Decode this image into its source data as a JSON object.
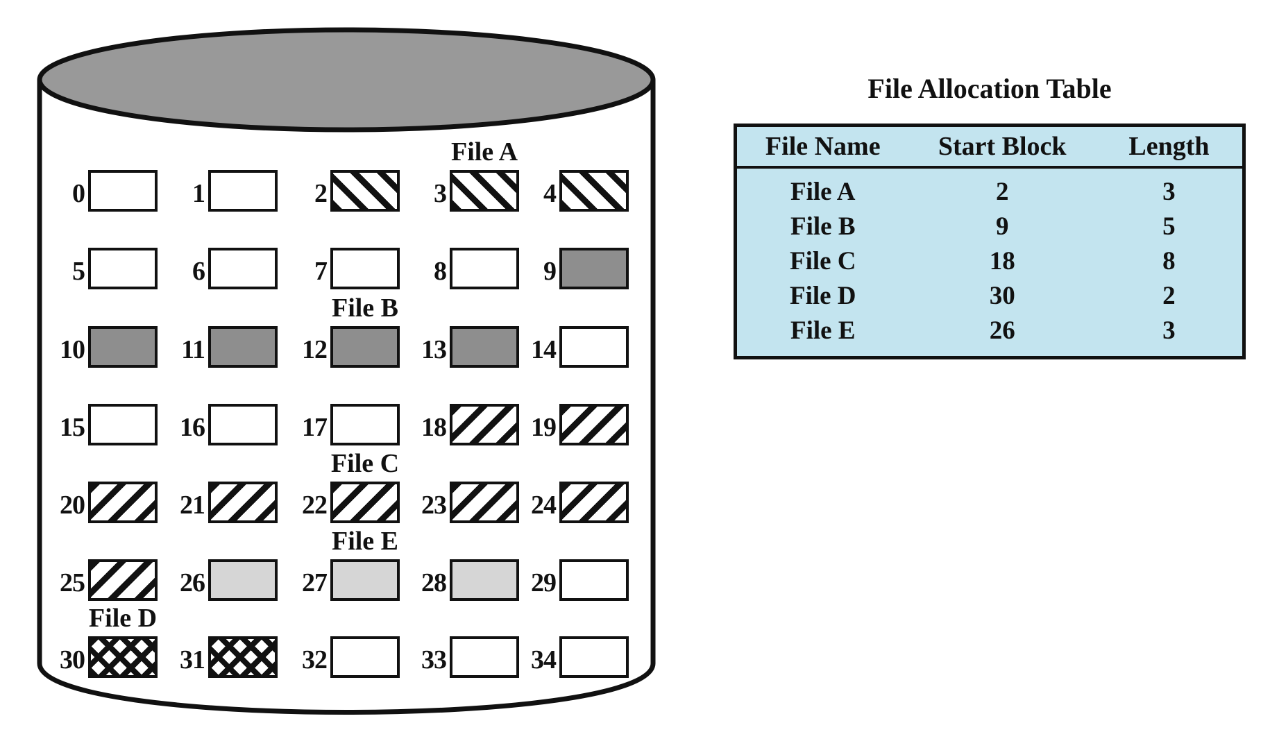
{
  "figure_caption_labels": {
    "note": "static OS textbook figure: contiguous file allocation on disk"
  },
  "disk": {
    "blocks": [
      {
        "n": 0,
        "file": null
      },
      {
        "n": 1,
        "file": null
      },
      {
        "n": 2,
        "file": "A"
      },
      {
        "n": 3,
        "file": "A"
      },
      {
        "n": 4,
        "file": "A"
      },
      {
        "n": 5,
        "file": null
      },
      {
        "n": 6,
        "file": null
      },
      {
        "n": 7,
        "file": null
      },
      {
        "n": 8,
        "file": null
      },
      {
        "n": 9,
        "file": "B"
      },
      {
        "n": 10,
        "file": "B"
      },
      {
        "n": 11,
        "file": "B"
      },
      {
        "n": 12,
        "file": "B"
      },
      {
        "n": 13,
        "file": "B"
      },
      {
        "n": 14,
        "file": null
      },
      {
        "n": 15,
        "file": null
      },
      {
        "n": 16,
        "file": null
      },
      {
        "n": 17,
        "file": null
      },
      {
        "n": 18,
        "file": "C"
      },
      {
        "n": 19,
        "file": "C"
      },
      {
        "n": 20,
        "file": "C"
      },
      {
        "n": 21,
        "file": "C"
      },
      {
        "n": 22,
        "file": "C"
      },
      {
        "n": 23,
        "file": "C"
      },
      {
        "n": 24,
        "file": "C"
      },
      {
        "n": 25,
        "file": "C"
      },
      {
        "n": 26,
        "file": "E"
      },
      {
        "n": 27,
        "file": "E"
      },
      {
        "n": 28,
        "file": "E"
      },
      {
        "n": 29,
        "file": null
      },
      {
        "n": 30,
        "file": "D"
      },
      {
        "n": 31,
        "file": "D"
      },
      {
        "n": 32,
        "file": null
      },
      {
        "n": 33,
        "file": null
      },
      {
        "n": 34,
        "file": null
      }
    ],
    "labels": [
      {
        "text": "File A",
        "above_block": 3
      },
      {
        "text": "File B",
        "above_block": 12
      },
      {
        "text": "File C",
        "above_block": 22
      },
      {
        "text": "File E",
        "above_block": 27
      },
      {
        "text": "File D",
        "above_block": 30
      }
    ],
    "fill_legend": {
      "A": "hatch-backslash",
      "B": "solid-dark-gray",
      "C": "hatch-forward-slash",
      "D": "cross-hatch",
      "E": "solid-light-gray",
      "free": "white"
    }
  },
  "table": {
    "title": "File Allocation Table",
    "headers": [
      "File Name",
      "Start Block",
      "Length"
    ],
    "rows": [
      {
        "file_name": "File A",
        "start_block": "2",
        "length": "3"
      },
      {
        "file_name": "File B",
        "start_block": "9",
        "length": "5"
      },
      {
        "file_name": "File C",
        "start_block": "18",
        "length": "8"
      },
      {
        "file_name": "File D",
        "start_block": "30",
        "length": "2"
      },
      {
        "file_name": "File E",
        "start_block": "26",
        "length": "3"
      }
    ]
  },
  "colors": {
    "disk_top_gray": "#999999",
    "file_b_gray": "#8e8e8e",
    "file_e_gray": "#d6d6d6",
    "table_blue": "#c3e4ef",
    "line_black": "#111111"
  }
}
